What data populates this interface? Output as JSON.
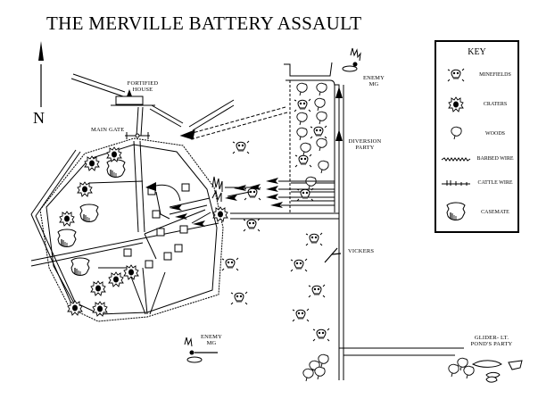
{
  "map": {
    "title": "THE MERVILLE BATTERY ASSAULT",
    "north_label": "N",
    "labels": {
      "fortified_house": "FORTIFIED HOUSE",
      "main_gate": "MAIN GATE",
      "enemy_mg_north": "ENEMY MG",
      "diversion_party": "DIVERSION PARTY",
      "vickers": "VICKERS",
      "enemy_mg_south": "ENEMY MG",
      "glider_party": "GLIDER- LT. POND'S PARTY"
    },
    "key": {
      "title": "KEY",
      "items": [
        {
          "symbol": "minefield-icon",
          "label": "MINEFIELDS"
        },
        {
          "symbol": "crater-icon",
          "label": "CRATERS"
        },
        {
          "symbol": "woods-icon",
          "label": "WOODS"
        },
        {
          "symbol": "barbed-wire-icon",
          "label": "BARBED WIRE"
        },
        {
          "symbol": "cattle-wire-icon",
          "label": "CATTLE WIRE"
        },
        {
          "symbol": "casemate-icon",
          "label": "CASEMATE"
        }
      ]
    }
  }
}
